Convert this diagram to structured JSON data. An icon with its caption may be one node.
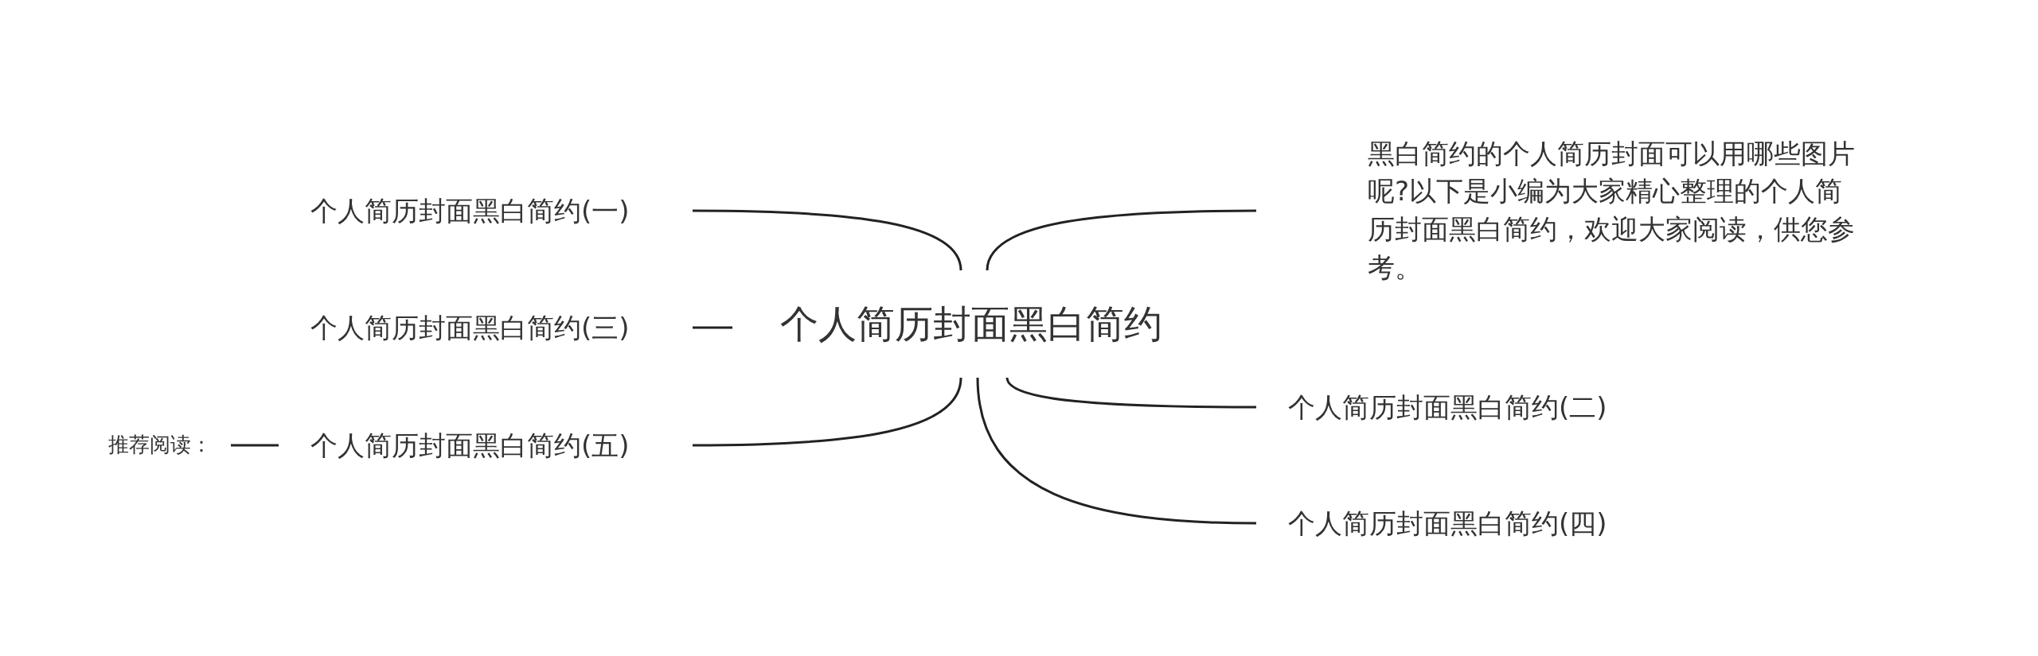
{
  "diagram": {
    "nodes": [
      {
        "text": [
          "个人简历封面黑白简约"
        ]
      },
      {
        "text": [
          "个人简历封面黑白简约(一)"
        ]
      },
      {
        "text": [
          "个人简历封面黑白简约(三)"
        ]
      },
      {
        "text": [
          "个人简历封面黑白简约(五)"
        ]
      },
      {
        "text": [
          "推荐阅读："
        ]
      },
      {
        "text": [
          "黑白简约的个人简历封面可以用哪些图片呢?以下是小编为大家精心整理的个人简历封面黑白简约，欢迎大家阅读，供您参考。"
        ]
      },
      {
        "text": [
          "个人简历封面黑白简约(二)"
        ]
      },
      {
        "text": [
          "个人简历封面黑白简约(四)"
        ]
      }
    ],
    "edges": [
      {
        "from": 0,
        "to": 1,
        "arrow": "none"
      },
      {
        "from": 0,
        "to": 2,
        "arrow": "none"
      },
      {
        "from": 0,
        "to": 3,
        "arrow": "none"
      },
      {
        "from": 3,
        "to": 4,
        "arrow": "none"
      },
      {
        "from": 0,
        "to": 5,
        "arrow": "none"
      },
      {
        "from": 0,
        "to": 6,
        "arrow": "none"
      },
      {
        "from": 0,
        "to": 7,
        "arrow": "none"
      }
    ]
  }
}
